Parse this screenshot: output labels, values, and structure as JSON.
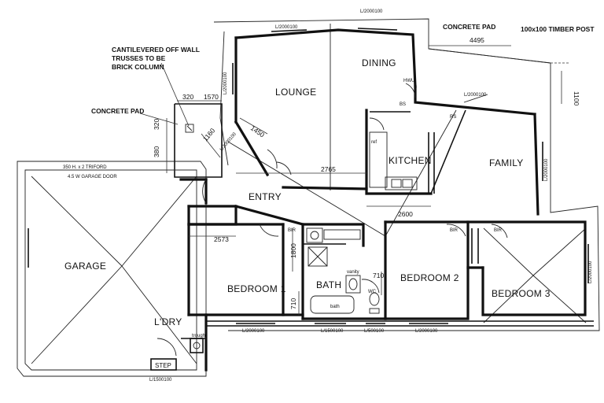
{
  "rooms": {
    "lounge": "LOUNGE",
    "dining": "DINING",
    "kitchen": "KITCHEN",
    "family": "FAMILY",
    "entry": "ENTRY",
    "garage": "GARAGE",
    "ldry": "L'DRY",
    "bedroom1": "BEDROOM 1",
    "bedroom2": "BEDROOM 2",
    "bedroom3": "BEDROOM 3",
    "bath": "BATH",
    "step": "STEP"
  },
  "notes": {
    "concrete_pad_top": "CONCRETE PAD",
    "concrete_pad_left": "CONCRETE PAD",
    "timber_post": "100x100 TIMBER POST",
    "cantilever_1": "CANTILEVERED OFF WALL",
    "cantilever_2": "TRUSSES TO BE",
    "cantilever_3": "BRICK COLUMN",
    "tr_beam": "350 H. x 2 TRIFORD",
    "garage_door": "4.5 W GARAGE DOOR"
  },
  "dimensions": {
    "d4495": "4495",
    "d1100": "1100",
    "d320a": "320",
    "d1570": "1570",
    "d320b": "320",
    "d380": "380",
    "d1160": "1160",
    "d1450": "1450",
    "d2765": "2765",
    "d2600": "2600",
    "d2573": "2573",
    "d1800": "1800",
    "d710a": "710",
    "d710b": "710"
  },
  "windows": {
    "w_top": "L/2000100",
    "w_top2": "L/2000100",
    "w_left_lounge": "L/2000100",
    "w_family_tr": "L/2000100",
    "w_family_r": "L/2000100",
    "w_bed3_r": "L/2000100",
    "w_bottom1": "L/2000100",
    "w_bottom2": "L/1500100",
    "w_bottom3": "L/500100",
    "w_bottom4": "L/2000100",
    "w_ldry": "L/1500100",
    "w_entry": "L/2000100"
  },
  "fixtures": {
    "hwu": "HWU",
    "rs": "RS",
    "bs": "BS",
    "ref": "ref",
    "bath_label": "bath",
    "vanity": "vanity",
    "robe1": "BIR",
    "robe2": "BIR",
    "robe3": "BIR",
    "wc": "WC",
    "ldry_trough": "trough"
  }
}
